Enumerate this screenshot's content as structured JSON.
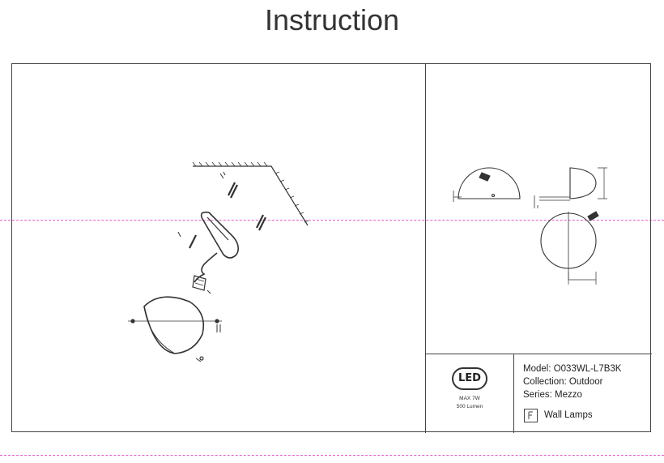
{
  "header": {
    "title": "Instruction"
  },
  "spec": {
    "led_label": "LED",
    "max_power": "MAX 7W",
    "lumen": "500 Lumen"
  },
  "product": {
    "model": "Model: O033WL-L7B3K",
    "collection": "Collection: Outdoor",
    "series": "Series: Mezzo",
    "category": "Wall Lamps"
  },
  "colors": {
    "guide_line": "#e060c8",
    "lines": "#444444"
  },
  "icons": [
    "led-icon",
    "wall-lamp-icon"
  ]
}
